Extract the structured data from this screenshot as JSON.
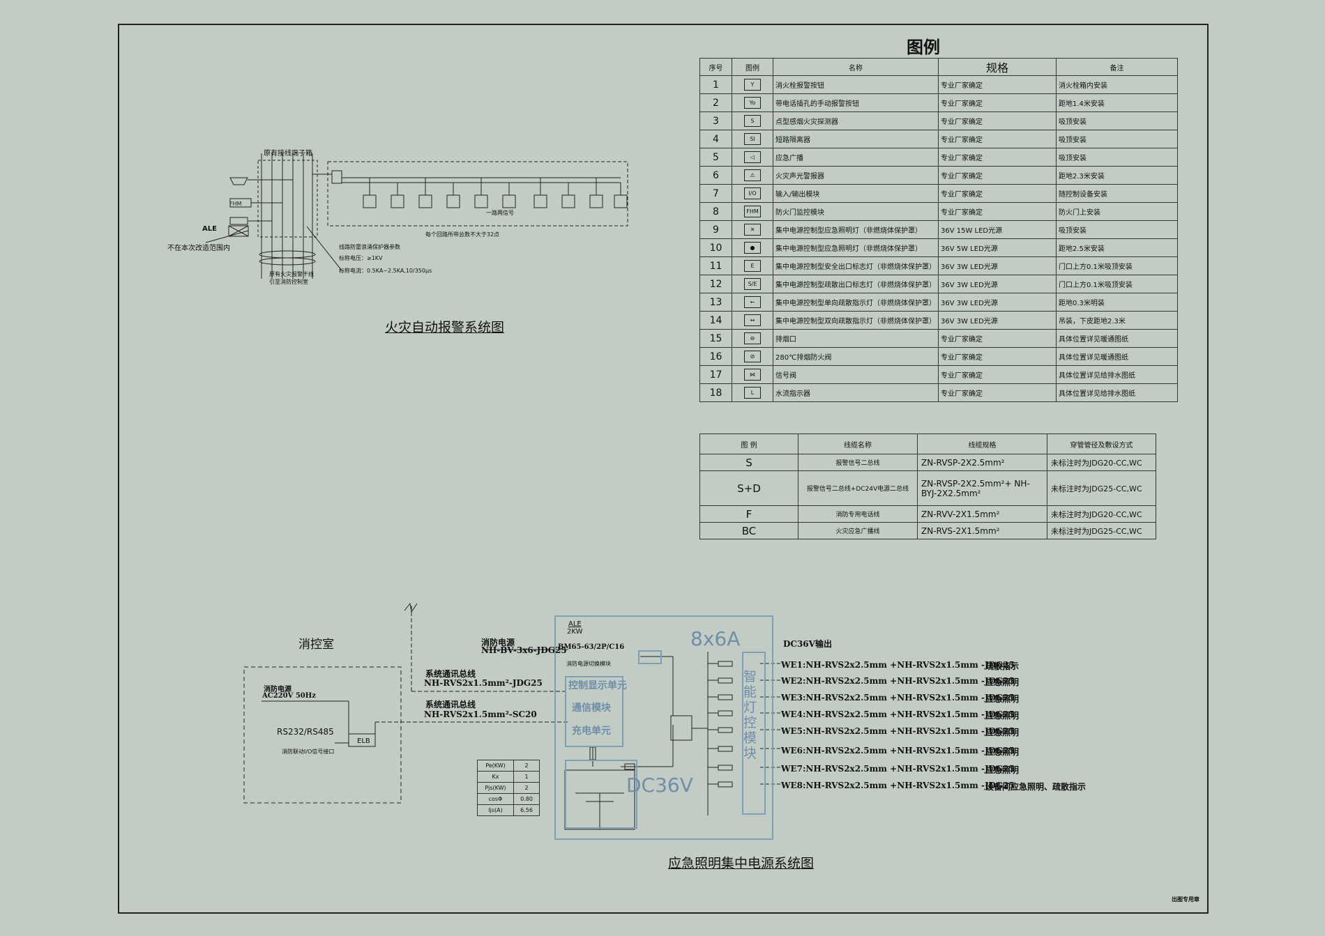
{
  "legend": {
    "title": "图例",
    "headers": [
      "序号",
      "图例",
      "名称",
      "规格",
      "备注"
    ],
    "rows": [
      {
        "idx": "1",
        "sym": "Y",
        "name": "消火栓报警按钮",
        "spec": "专业厂家确定",
        "note": "消火栓箱内安装"
      },
      {
        "idx": "2",
        "sym": "Yo",
        "name": "带电话插孔的手动报警按钮",
        "spec": "专业厂家确定",
        "note": "距地1.4米安装"
      },
      {
        "idx": "3",
        "sym": "S",
        "name": "点型感烟火灾探测器",
        "spec": "专业厂家确定",
        "note": "吸顶安装"
      },
      {
        "idx": "4",
        "sym": "SI",
        "name": "短路隔离器",
        "spec": "专业厂家确定",
        "note": "吸顶安装"
      },
      {
        "idx": "5",
        "sym": "◁",
        "name": "应急广播",
        "spec": "专业厂家确定",
        "note": "吸顶安装"
      },
      {
        "idx": "6",
        "sym": "⚠",
        "name": "火灾声光警报器",
        "spec": "专业厂家确定",
        "note": "距地2.3米安装"
      },
      {
        "idx": "7",
        "sym": "I/O",
        "name": "输入/输出模块",
        "spec": "专业厂家确定",
        "note": "随控制设备安装"
      },
      {
        "idx": "8",
        "sym": "FHM",
        "name": "防火门监控模块",
        "spec": "专业厂家确定",
        "note": "防火门上安装"
      },
      {
        "idx": "9",
        "sym": "✕",
        "name": "集中电源控制型应急照明灯（非燃烧体保护罩）",
        "spec": "36V 15W LED光源",
        "note": "吸顶安装"
      },
      {
        "idx": "10",
        "sym": "●",
        "name": "集中电源控制型应急照明灯（非燃烧体保护罩）",
        "spec": "36V 5W LED光源",
        "note": "距地2.5米安装"
      },
      {
        "idx": "11",
        "sym": "E",
        "name": "集中电源控制型安全出口标志灯（非燃烧体保护罩）",
        "spec": "36V 3W LED光源",
        "note": "门口上方0.1米吸顶安装"
      },
      {
        "idx": "12",
        "sym": "S/E",
        "name": "集中电源控制型疏散出口标志灯（非燃烧体保护罩）",
        "spec": "36V 3W LED光源",
        "note": "门口上方0.1米吸顶安装"
      },
      {
        "idx": "13",
        "sym": "←",
        "name": "集中电源控制型单向疏散指示灯（非燃烧体保护罩）",
        "spec": "36V 3W LED光源",
        "note": "距地0.3米明装"
      },
      {
        "idx": "14",
        "sym": "↔",
        "name": "集中电源控制型双向疏散指示灯（非燃烧体保护罩）",
        "spec": "36V 3W LED光源",
        "note": "吊装，下皮距地2.3米"
      },
      {
        "idx": "15",
        "sym": "⊖",
        "name": "排烟口",
        "spec": "专业厂家确定",
        "note": "具体位置详见暖通图纸"
      },
      {
        "idx": "16",
        "sym": "⊘",
        "name": "280℃排烟防火阀",
        "spec": "专业厂家确定",
        "note": "具体位置详见暖通图纸"
      },
      {
        "idx": "17",
        "sym": "⋈",
        "name": "信号阀",
        "spec": "专业厂家确定",
        "note": "具体位置详见给排水图纸"
      },
      {
        "idx": "18",
        "sym": "L",
        "name": "水流指示器",
        "spec": "专业厂家确定",
        "note": "具体位置详见给排水图纸"
      }
    ]
  },
  "wire_table": {
    "headers": [
      "图 例",
      "线缆名称",
      "线缆规格",
      "穿管管径及敷设方式"
    ],
    "rows": [
      {
        "sym": "S",
        "name": "报警信号二总线",
        "spec": "ZN-RVSP-2X2.5mm²",
        "method": "未标注时为JDG20-CC,WC"
      },
      {
        "sym": "S+D",
        "name": "报警信号二总线+DC24V电源二总线",
        "spec": "ZN-RVSP-2X2.5mm²+ NH-BYJ-2X2.5mm²",
        "method": "未标注时为JDG25-CC,WC"
      },
      {
        "sym": "F",
        "name": "消防专用电话线",
        "spec": "ZN-RVV-2X1.5mm²",
        "method": "未标注时为JDG20-CC,WC"
      },
      {
        "sym": "BC",
        "name": "火灾应急广播线",
        "spec": "ZN-RVS-2X1.5mm²",
        "method": "未标注时为JDG25-CC,WC"
      }
    ]
  },
  "fire_alarm": {
    "title": "火灾自动报警系统图",
    "terminal_box": "原有接线端子箱",
    "fhm": "FHM",
    "ale": "ALE",
    "out_of_scope": "不在本次改造范围内",
    "trunk_note_1": "原有火灾报警干线",
    "trunk_note_2": "引至消防控制室",
    "surge_title": "线路防雷浪涌保护器参数",
    "surge_1": "标称电压：≥1KV",
    "surge_2": "标称电流：0.5KA~2.5KA,10/350μs",
    "loop_note": "每个回路所带总数不大于32点",
    "mod_label": "一路两信号"
  },
  "emergency": {
    "title": "应急照明集中电源系统图",
    "control_room": "消控室",
    "fire_power_1": "消防电源",
    "fire_power_2": "AC220V 50Hz",
    "rs": "RS232/RS485",
    "linkage": "消防联动I/O信号接口",
    "elb": "ELB",
    "fire_power_feed_1": "消防电源",
    "fire_power_feed_2": "NH-BV-3x6-JDG25",
    "bus1_1": "系统通讯总线",
    "bus1_2": "NH-RVS2x1.5mm²-JDG25",
    "bus2_1": "系统通讯总线",
    "bus2_2": "NH-RVS2x1.5mm²-SC20",
    "ale": "ALE",
    "kw": "2KW",
    "breaker": "BM65-63/2P/C16",
    "small_note": "消防电源切换模块",
    "unit1": "控制显示单元",
    "unit2": "通信模块",
    "unit3": "充电单元",
    "outputs_count": "8x6A",
    "module": "智能灯控模块",
    "dc": "DC36V",
    "dc_out": "DC36V输出",
    "circuits": [
      {
        "id": "WE1",
        "cable": "WE1:NH-RVS2x2.5mm +NH-RVS2x1.5mm -JDG25",
        "use": "疏散指示"
      },
      {
        "id": "WE2",
        "cable": "WE2:NH-RVS2x2.5mm +NH-RVS2x1.5mm -JDG25",
        "use": "应急照明"
      },
      {
        "id": "WE3",
        "cable": "WE3:NH-RVS2x2.5mm +NH-RVS2x1.5mm -JDG25",
        "use": "应急照明"
      },
      {
        "id": "WE4",
        "cable": "WE4:NH-RVS2x2.5mm +NH-RVS2x1.5mm -JDG25",
        "use": "应急照明"
      },
      {
        "id": "WE5",
        "cable": "WE5:NH-RVS2x2.5mm +NH-RVS2x1.5mm -JDG25",
        "use": "应急照明"
      },
      {
        "id": "WE6",
        "cable": "WE6:NH-RVS2x2.5mm +NH-RVS2x1.5mm -JDG25",
        "use": "应急照明"
      },
      {
        "id": "WE7",
        "cable": "WE7:NH-RVS2x2.5mm +NH-RVS2x1.5mm -JDG25",
        "use": "应急照明"
      },
      {
        "id": "WE8",
        "cable": "WE8:NH-RVS2x2.5mm +NH-RVS2x1.5mm -JDG25",
        "use": "设备间应急照明、疏散指示"
      }
    ],
    "calc": [
      {
        "k": "Pe(KW)",
        "v": "2"
      },
      {
        "k": "Kx",
        "v": "1"
      },
      {
        "k": "Pjs(KW)",
        "v": "2"
      },
      {
        "k": "cosΦ",
        "v": "0.80"
      },
      {
        "k": "Ijs(A)",
        "v": "6.56"
      }
    ]
  },
  "stamp": {
    "line1": "出图专用章"
  }
}
